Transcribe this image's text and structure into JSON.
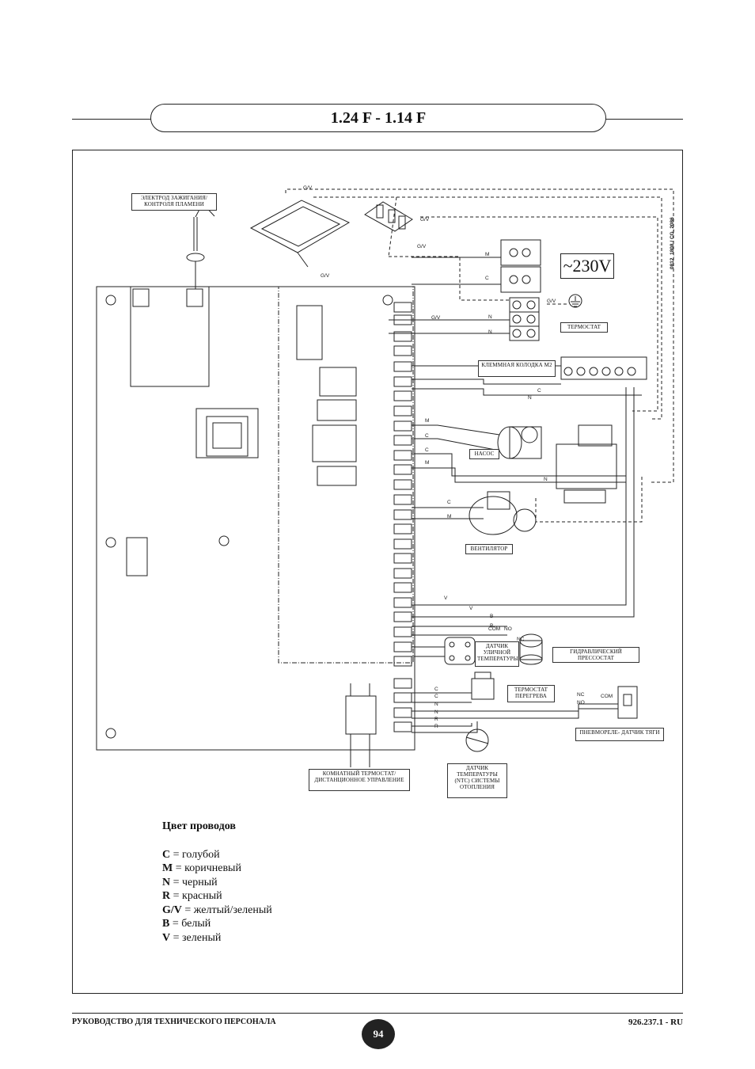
{
  "header": {
    "title": "1.24 F - 1.14 F"
  },
  "diagram": {
    "code": "0812_1808 / CG_2086",
    "voltage": "~230V",
    "labels": {
      "electrode": "ЭЛЕКТРОД ЗАЖИГАНИЯ/ КОНТРОЛЯ ПЛАМЕНИ",
      "thermostat": "ТЕРМОСТАТ",
      "terminal_block": "КЛЕММНАЯ КОЛОДКА M2",
      "pump": "НАСОС",
      "fan": "ВЕНТИЛЯТОР",
      "outdoor_sensor": "ДАТЧИК УЛИЧНОЙ ТЕМПЕРАТУРЫ",
      "pressure_switch": "ГИДРАВЛИЧЕСКИЙ ПРЕССОСТАТ",
      "overheat_thermostat": "ТЕРМОСТАТ ПЕРЕГРЕВА",
      "air_pressure_switch": "ПНЕВМОРЕЛЕ- ДАТЧИК ТЯГИ",
      "room_thermostat": "КОМНАТНЫЙ ТЕРМОСТАТ/ ДИСТАНЦИОННОЕ УПРАВЛЕНИЕ",
      "ntc_sensor": "ДАТЧИК ТЕМПЕРАТУРЫ (NTC) СИСТЕМЫ ОТОПЛЕНИЯ"
    },
    "wire_tags": {
      "gv": "G/V",
      "m": "M",
      "c": "C",
      "n": "N",
      "v": "V",
      "b": "B",
      "r": "R",
      "com": "COM",
      "no": "NO",
      "nc": "NC"
    }
  },
  "legend": {
    "title": "Цвет проводов",
    "items": [
      {
        "code": "C",
        "text": " = голубой"
      },
      {
        "code": "M",
        "text": " = коричневый"
      },
      {
        "code": "N",
        "text": " = черный"
      },
      {
        "code": "R",
        "text": " = красный"
      },
      {
        "code": "G/V",
        "text": " = желтый/зеленый"
      },
      {
        "code": "B",
        "text": " = белый"
      },
      {
        "code": "V",
        "text": " = зеленый"
      }
    ]
  },
  "footer": {
    "left": "РУКОВОДСТВО ДЛЯ ТЕХНИЧЕСКОГО ПЕРСОНАЛА",
    "page": "94",
    "right": "926.237.1 - RU"
  }
}
